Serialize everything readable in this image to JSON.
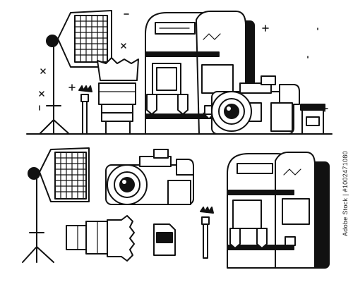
{
  "image_id_text": "Adobe Stock | #1002471080",
  "illustration": {
    "style": "black line art, flat white fills",
    "ink_color": "#111111",
    "paper_color": "#ffffff",
    "upper_scene": [
      "softbox-light",
      "camera-lens",
      "lens-brush",
      "backpack",
      "dslr-camera",
      "lens-cap-jar",
      "sparkles"
    ],
    "lower_items": [
      "softbox-light",
      "dslr-camera",
      "backpack",
      "camera-lens",
      "sd-card",
      "lens-brush"
    ]
  }
}
